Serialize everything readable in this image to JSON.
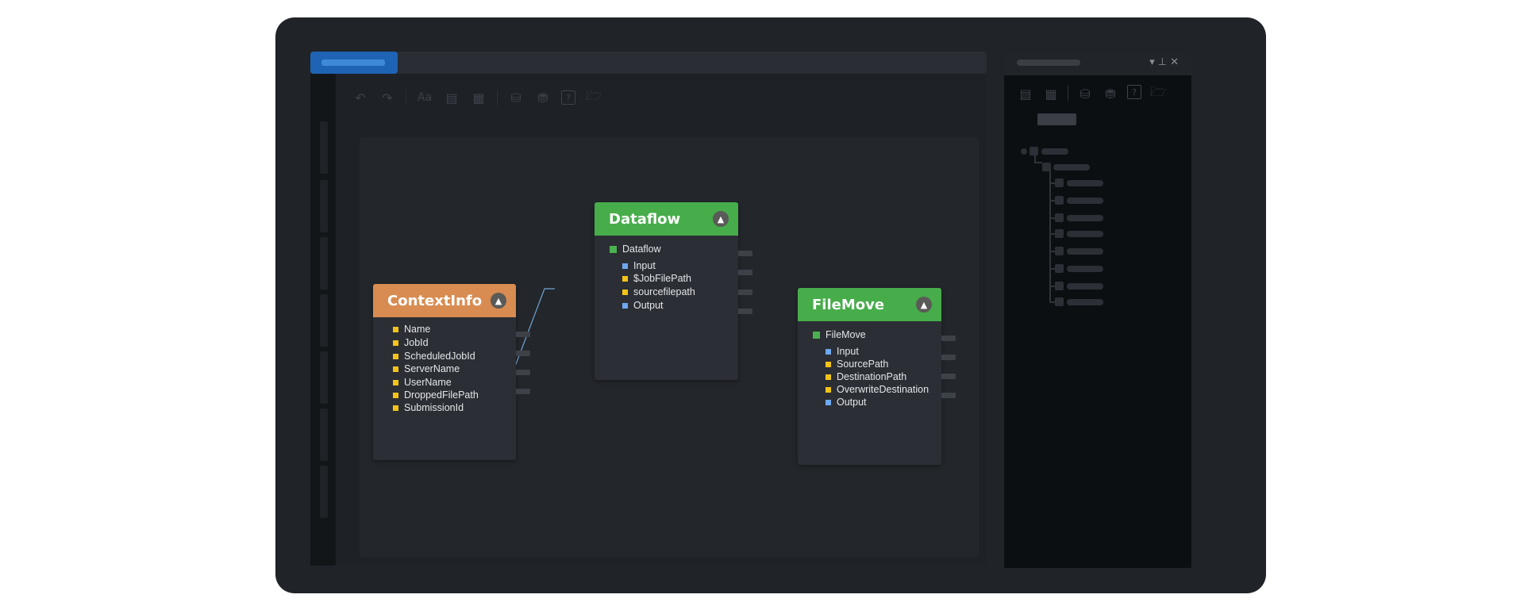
{
  "colors": {
    "device_bg": "#202328",
    "accent_blue": "#1f63b5",
    "node_orange": "#d88c51",
    "node_green": "#46ad4a",
    "wire_blue": "#6fa5d6",
    "wire_green": "#2e7f35"
  },
  "toolbar": {
    "icons": [
      "undo-icon",
      "redo-icon",
      "text-style-icon",
      "save-icon",
      "save-all-icon",
      "database-icon",
      "database-add-icon",
      "help-icon",
      "open-folder-icon"
    ],
    "text_style_glyph": "Aa",
    "help_glyph": "?"
  },
  "right_panel": {
    "controls": [
      "▾",
      "⊥",
      "✕"
    ],
    "icons": [
      "save-icon",
      "save-all-icon",
      "database-icon",
      "database-add-icon",
      "help-icon",
      "open-folder-icon"
    ]
  },
  "nodes": {
    "contextinfo": {
      "title": "ContextInfo",
      "collapse_glyph": "▲",
      "fields": [
        "Name",
        "JobId",
        "ScheduledJobId",
        "ServerName",
        "UserName",
        "DroppedFilePath",
        "SubmissionId"
      ]
    },
    "dataflow": {
      "title": "Dataflow",
      "collapse_glyph": "▲",
      "group": "Dataflow",
      "fields": [
        {
          "label": "Input",
          "kind": "input"
        },
        {
          "label": "$JobFilePath",
          "kind": "param"
        },
        {
          "label": "sourcefilepath",
          "kind": "param"
        },
        {
          "label": "Output",
          "kind": "output"
        }
      ]
    },
    "filemove": {
      "title": "FileMove",
      "collapse_glyph": "▲",
      "group": "FileMove",
      "fields": [
        {
          "label": "Input",
          "kind": "input"
        },
        {
          "label": "SourcePath",
          "kind": "param"
        },
        {
          "label": "DestinationPath",
          "kind": "param"
        },
        {
          "label": "OverwriteDestination",
          "kind": "param"
        },
        {
          "label": "Output",
          "kind": "output"
        }
      ]
    }
  }
}
